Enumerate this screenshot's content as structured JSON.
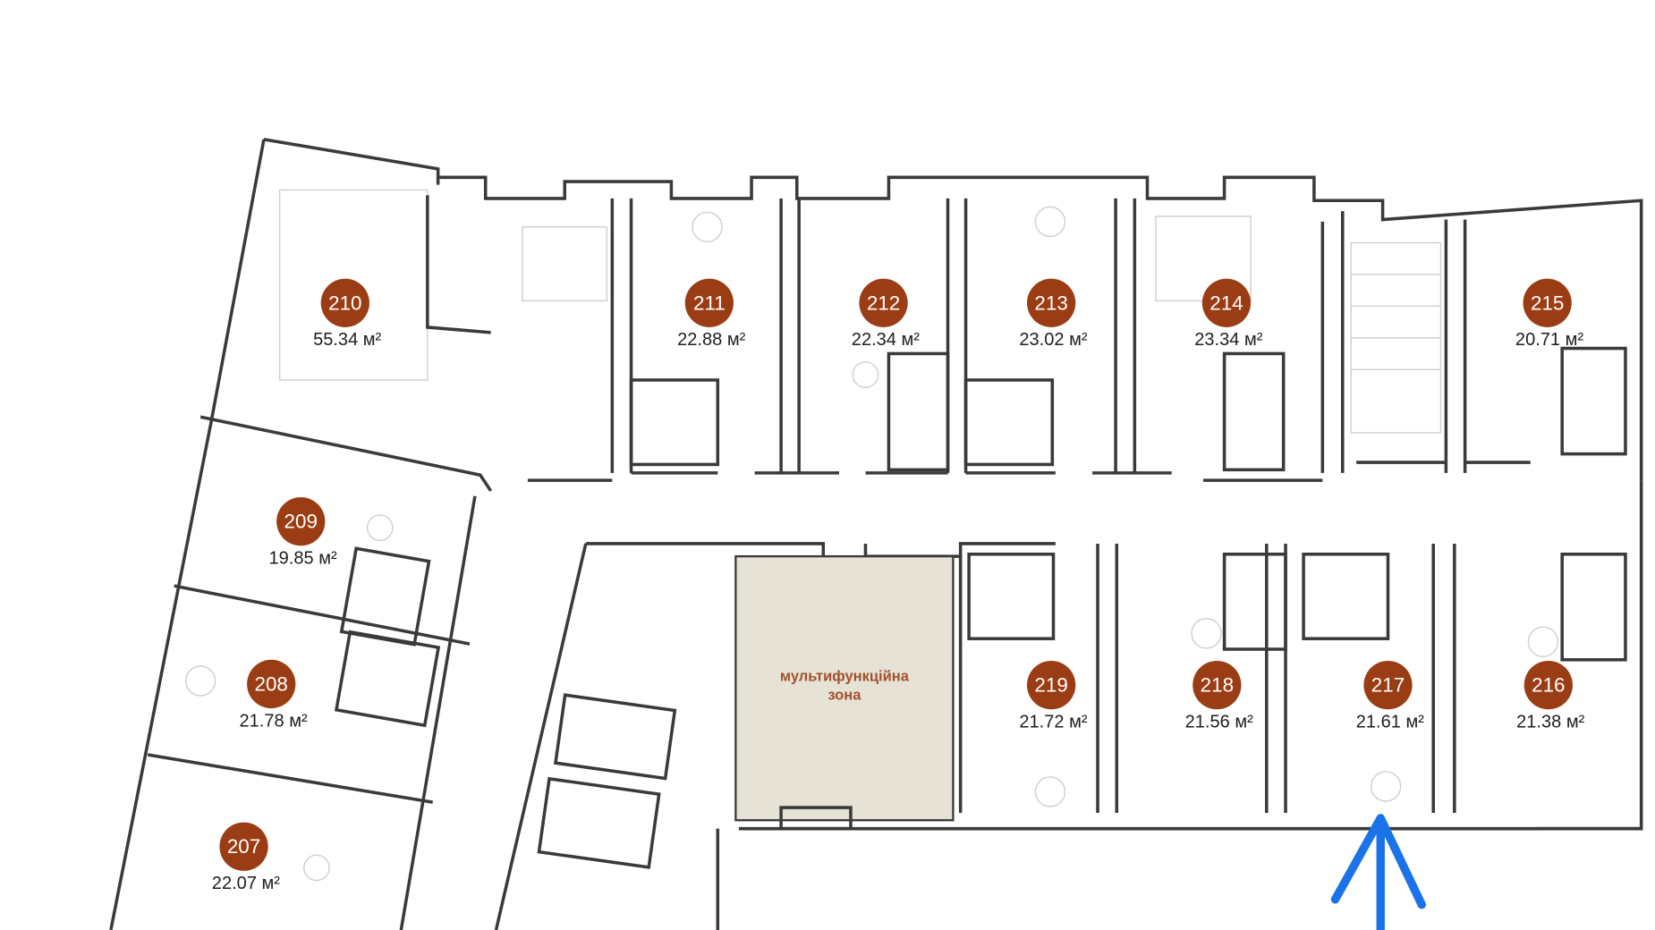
{
  "plan": {
    "units": [
      {
        "number": "210",
        "area": "55.34 м²"
      },
      {
        "number": "211",
        "area": "22.88 м²"
      },
      {
        "number": "212",
        "area": "22.34 м²"
      },
      {
        "number": "213",
        "area": "23.02 м²"
      },
      {
        "number": "214",
        "area": "23.34 м²"
      },
      {
        "number": "215",
        "area": "20.71 м²"
      },
      {
        "number": "209",
        "area": "19.85 м²"
      },
      {
        "number": "208",
        "area": "21.78 м²"
      },
      {
        "number": "207",
        "area": "22.07 м²"
      },
      {
        "number": "219",
        "area": "21.72 м²"
      },
      {
        "number": "218",
        "area": "21.56 м²"
      },
      {
        "number": "217",
        "area": "21.61 м²"
      },
      {
        "number": "216",
        "area": "21.38 м²"
      }
    ],
    "zone": {
      "line1": "мультифункційна",
      "line2": "зона"
    },
    "colors": {
      "badge": "#9b3d14",
      "zone_fill": "#e6e2d6",
      "arrow": "#1a73e8"
    },
    "arrow_icon": "up-arrow-marker"
  }
}
